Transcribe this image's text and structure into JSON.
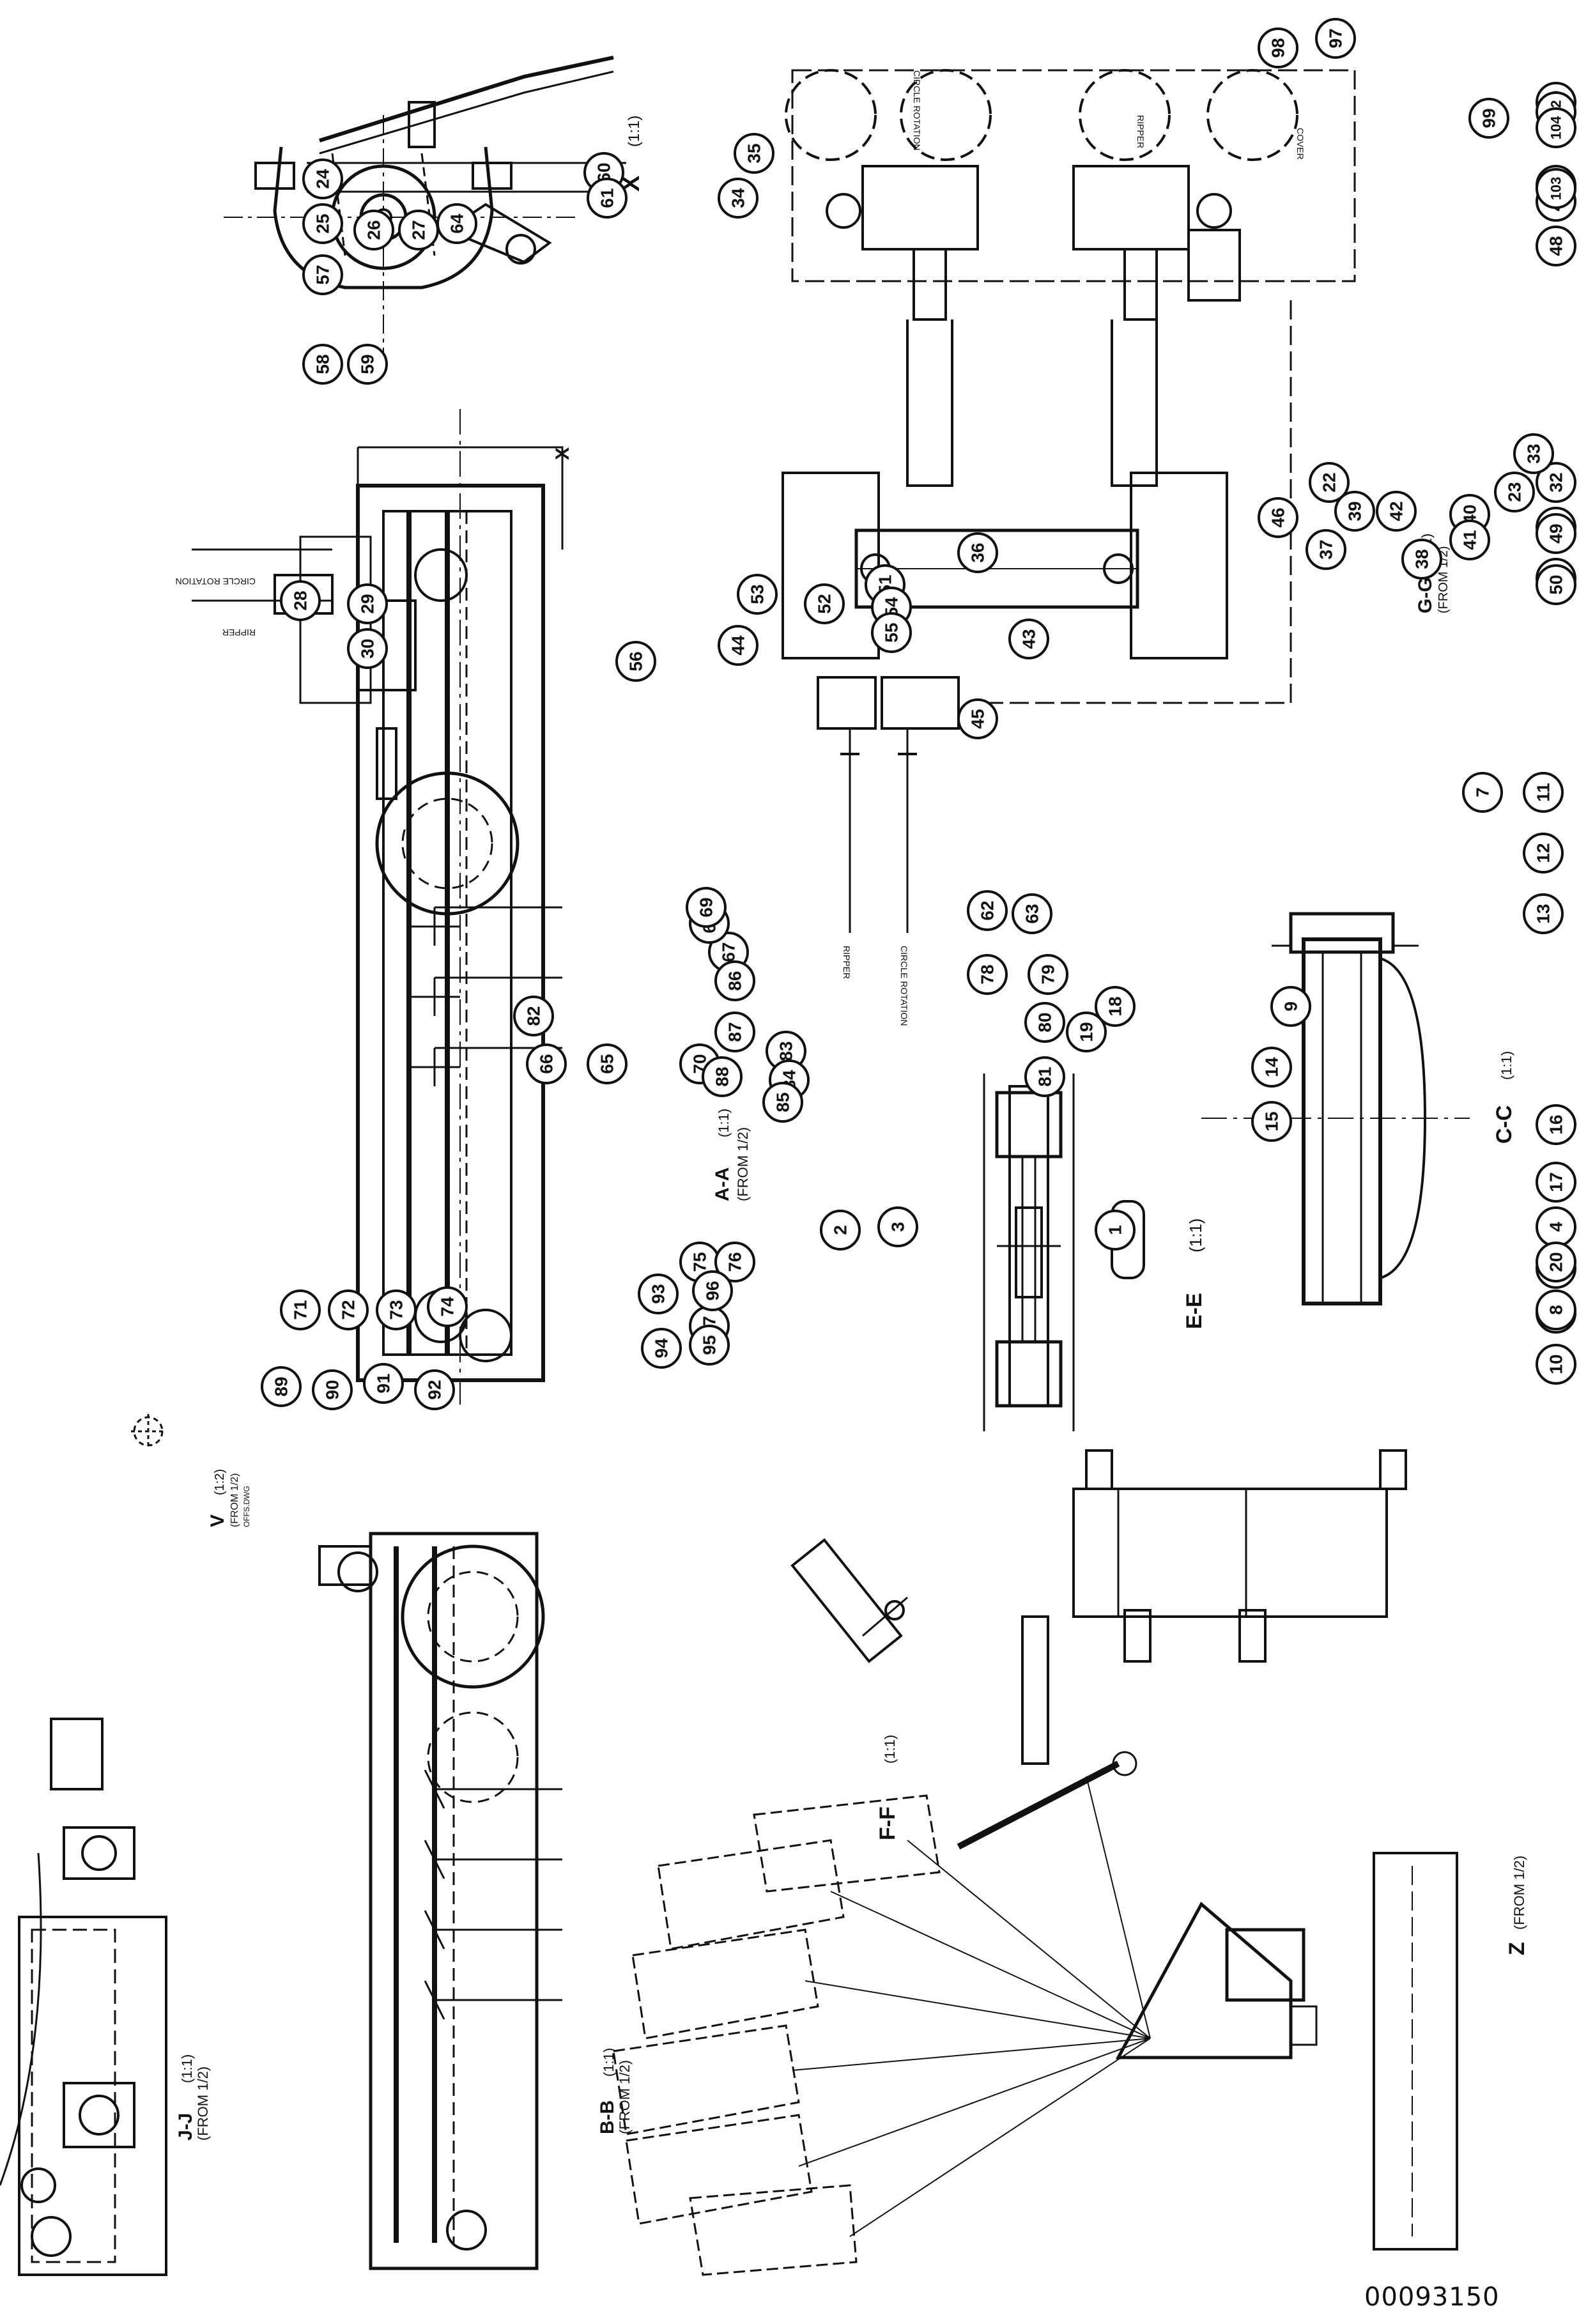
{
  "doc_number": "00093150",
  "ink_color": "#111111",
  "paper_color": "#ffffff",
  "balloons": [
    "1",
    "2",
    "3",
    "4",
    "5",
    "6",
    "7",
    "8",
    "9",
    "10",
    "11",
    "12",
    "13",
    "14",
    "15",
    "16",
    "17",
    "18",
    "19",
    "20",
    "21",
    "22",
    "23",
    "24",
    "25",
    "26",
    "27",
    "28",
    "29",
    "30",
    "31",
    "32",
    "33",
    "34",
    "35",
    "36",
    "37",
    "38",
    "39",
    "40",
    "41",
    "42",
    "43",
    "44",
    "45",
    "46",
    "47",
    "48",
    "49",
    "50",
    "51",
    "52",
    "53",
    "54",
    "55",
    "56",
    "57",
    "58",
    "59",
    "60",
    "61",
    "62",
    "63",
    "64",
    "65",
    "66",
    "67",
    "68",
    "69",
    "70",
    "71",
    "72",
    "73",
    "74",
    "75",
    "76",
    "77",
    "78",
    "79",
    "80",
    "81",
    "82",
    "83",
    "84",
    "85",
    "86",
    "87",
    "88",
    "89",
    "90",
    "91",
    "92",
    "93",
    "94",
    "95",
    "96",
    "97",
    "98",
    "99",
    "100",
    "101",
    "102",
    "103",
    "104"
  ],
  "views": {
    "x": {
      "title": "X",
      "scale": "(1:1)"
    },
    "aa": {
      "title": "A-A",
      "scale": "(1:1)",
      "source": "(FROM 1/2)"
    },
    "x_arrow": "X",
    "bb": {
      "title": "B-B",
      "scale": "(1:1)",
      "source": "(FROM 1/2)"
    },
    "jj": {
      "title": "J-J",
      "scale": "(1:1)",
      "source": "(FROM 1/2)"
    },
    "v": {
      "title": "V",
      "scale": "(1:2)",
      "source": "(FROM 1/2)",
      "note": "OFFS.DWG"
    },
    "gg": {
      "title": "G-G",
      "scale": "(1:1)",
      "source": "(FROM 1/2)"
    },
    "ee": {
      "title": "E-E",
      "scale": "(1:1)"
    },
    "cc": {
      "title": "C-C",
      "scale": "(1:1)"
    },
    "ff": {
      "title": "F-F",
      "scale": "(1:1)"
    },
    "z": {
      "title": "Z",
      "source": "(FROM 1/2)"
    }
  },
  "cable_labels": {
    "circle_rotation": "CIRCLE ROTATION",
    "ripper": "RIPPER",
    "cover": "COVER",
    "ripper_gg": "RIPPER",
    "circle_rotation_gg": "CIRCLE ROTATION"
  }
}
